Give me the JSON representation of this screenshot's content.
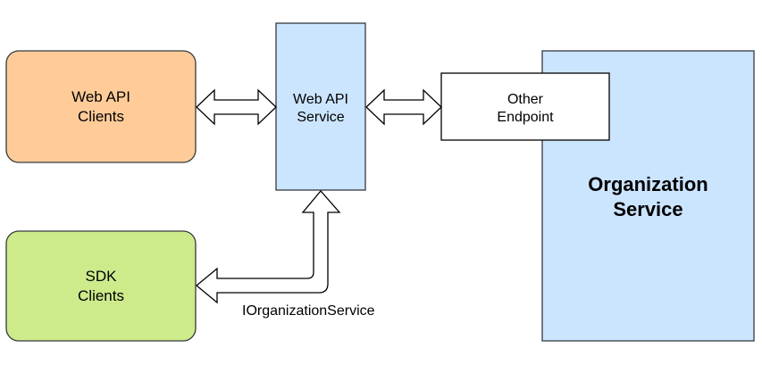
{
  "nodes": {
    "web_api_clients": {
      "line1": "Web API",
      "line2": "Clients",
      "fill": "#ffcc99",
      "stroke": "#36393d"
    },
    "sdk_clients": {
      "line1": "SDK",
      "line2": "Clients",
      "fill": "#cdeb8b",
      "stroke": "#36393d"
    },
    "web_api_service": {
      "line1": "Web API",
      "line2": "Service",
      "fill": "#cce5ff",
      "stroke": "#36393d"
    },
    "other_endpoint": {
      "line1": "Other",
      "line2": "Endpoint",
      "fill": "#ffffff",
      "stroke": "#000000"
    },
    "organization_service": {
      "line1": "Organization",
      "line2": "Service",
      "fill": "#cce5ff",
      "stroke": "#36393d"
    }
  },
  "edges": {
    "sdk_to_service_label": "IOrganizationService"
  },
  "colors": {
    "arrow_stroke": "#000000",
    "arrow_fill": "#ffffff"
  }
}
